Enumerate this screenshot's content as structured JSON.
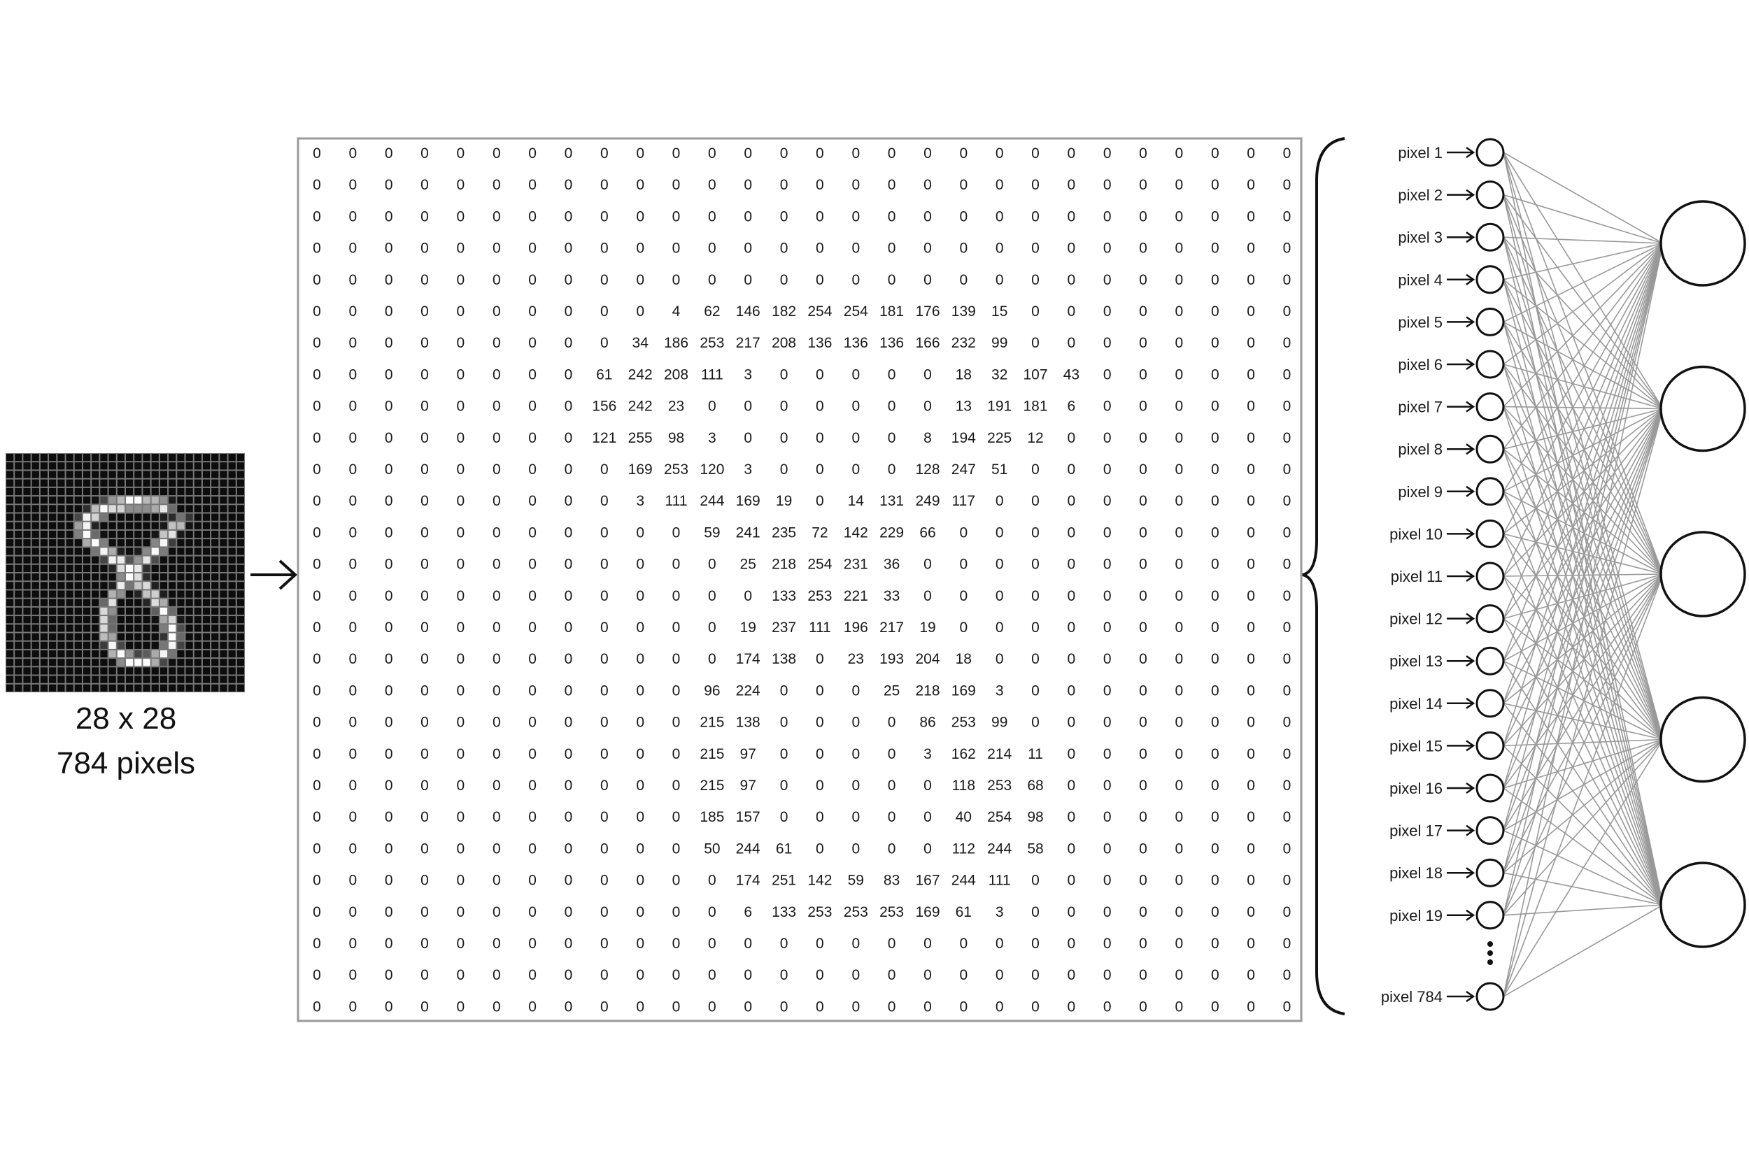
{
  "caption": {
    "size_label": "28 x 28",
    "count_label": "784 pixels"
  },
  "input_labels": [
    "pixel 1",
    "pixel 2",
    "pixel 3",
    "pixel 4",
    "pixel 5",
    "pixel 6",
    "pixel 7",
    "pixel 8",
    "pixel 9",
    "pixel 10",
    "pixel 11",
    "pixel 12",
    "pixel 13",
    "pixel 14",
    "pixel 15",
    "pixel 16",
    "pixel 17",
    "pixel 18",
    "pixel 19",
    "pixel 784"
  ],
  "output_neuron_count": 5,
  "colors": {
    "grid_line": "#777777",
    "cell_dark": "#0d0d0d",
    "cell_light": "#ffffff",
    "edge": "#999999"
  },
  "matrix": [
    [
      0,
      0,
      0,
      0,
      0,
      0,
      0,
      0,
      0,
      0,
      0,
      0,
      0,
      0,
      0,
      0,
      0,
      0,
      0,
      0,
      0,
      0,
      0,
      0,
      0,
      0,
      0,
      0
    ],
    [
      0,
      0,
      0,
      0,
      0,
      0,
      0,
      0,
      0,
      0,
      0,
      0,
      0,
      0,
      0,
      0,
      0,
      0,
      0,
      0,
      0,
      0,
      0,
      0,
      0,
      0,
      0,
      0
    ],
    [
      0,
      0,
      0,
      0,
      0,
      0,
      0,
      0,
      0,
      0,
      0,
      0,
      0,
      0,
      0,
      0,
      0,
      0,
      0,
      0,
      0,
      0,
      0,
      0,
      0,
      0,
      0,
      0
    ],
    [
      0,
      0,
      0,
      0,
      0,
      0,
      0,
      0,
      0,
      0,
      0,
      0,
      0,
      0,
      0,
      0,
      0,
      0,
      0,
      0,
      0,
      0,
      0,
      0,
      0,
      0,
      0,
      0
    ],
    [
      0,
      0,
      0,
      0,
      0,
      0,
      0,
      0,
      0,
      0,
      0,
      0,
      0,
      0,
      0,
      0,
      0,
      0,
      0,
      0,
      0,
      0,
      0,
      0,
      0,
      0,
      0,
      0
    ],
    [
      0,
      0,
      0,
      0,
      0,
      0,
      0,
      0,
      0,
      0,
      4,
      62,
      146,
      182,
      254,
      254,
      181,
      176,
      139,
      15,
      0,
      0,
      0,
      0,
      0,
      0,
      0,
      0
    ],
    [
      0,
      0,
      0,
      0,
      0,
      0,
      0,
      0,
      0,
      34,
      186,
      253,
      217,
      208,
      136,
      136,
      136,
      166,
      232,
      99,
      0,
      0,
      0,
      0,
      0,
      0,
      0,
      0
    ],
    [
      0,
      0,
      0,
      0,
      0,
      0,
      0,
      0,
      61,
      242,
      208,
      111,
      3,
      0,
      0,
      0,
      0,
      0,
      18,
      32,
      107,
      43,
      0,
      0,
      0,
      0,
      0,
      0
    ],
    [
      0,
      0,
      0,
      0,
      0,
      0,
      0,
      0,
      156,
      242,
      23,
      0,
      0,
      0,
      0,
      0,
      0,
      0,
      13,
      191,
      181,
      6,
      0,
      0,
      0,
      0,
      0,
      0
    ],
    [
      0,
      0,
      0,
      0,
      0,
      0,
      0,
      0,
      121,
      255,
      98,
      3,
      0,
      0,
      0,
      0,
      0,
      8,
      194,
      225,
      12,
      0,
      0,
      0,
      0,
      0,
      0,
      0
    ],
    [
      0,
      0,
      0,
      0,
      0,
      0,
      0,
      0,
      0,
      169,
      253,
      120,
      3,
      0,
      0,
      0,
      0,
      128,
      247,
      51,
      0,
      0,
      0,
      0,
      0,
      0,
      0,
      0
    ],
    [
      0,
      0,
      0,
      0,
      0,
      0,
      0,
      0,
      0,
      3,
      111,
      244,
      169,
      19,
      0,
      14,
      131,
      249,
      117,
      0,
      0,
      0,
      0,
      0,
      0,
      0,
      0,
      0
    ],
    [
      0,
      0,
      0,
      0,
      0,
      0,
      0,
      0,
      0,
      0,
      0,
      59,
      241,
      235,
      72,
      142,
      229,
      66,
      0,
      0,
      0,
      0,
      0,
      0,
      0,
      0,
      0,
      0
    ],
    [
      0,
      0,
      0,
      0,
      0,
      0,
      0,
      0,
      0,
      0,
      0,
      0,
      25,
      218,
      254,
      231,
      36,
      0,
      0,
      0,
      0,
      0,
      0,
      0,
      0,
      0,
      0,
      0
    ],
    [
      0,
      0,
      0,
      0,
      0,
      0,
      0,
      0,
      0,
      0,
      0,
      0,
      0,
      133,
      253,
      221,
      33,
      0,
      0,
      0,
      0,
      0,
      0,
      0,
      0,
      0,
      0,
      0
    ],
    [
      0,
      0,
      0,
      0,
      0,
      0,
      0,
      0,
      0,
      0,
      0,
      0,
      19,
      237,
      111,
      196,
      217,
      19,
      0,
      0,
      0,
      0,
      0,
      0,
      0,
      0,
      0,
      0
    ],
    [
      0,
      0,
      0,
      0,
      0,
      0,
      0,
      0,
      0,
      0,
      0,
      0,
      174,
      138,
      0,
      23,
      193,
      204,
      18,
      0,
      0,
      0,
      0,
      0,
      0,
      0,
      0,
      0
    ],
    [
      0,
      0,
      0,
      0,
      0,
      0,
      0,
      0,
      0,
      0,
      0,
      96,
      224,
      0,
      0,
      0,
      25,
      218,
      169,
      3,
      0,
      0,
      0,
      0,
      0,
      0,
      0,
      0
    ],
    [
      0,
      0,
      0,
      0,
      0,
      0,
      0,
      0,
      0,
      0,
      0,
      215,
      138,
      0,
      0,
      0,
      0,
      86,
      253,
      99,
      0,
      0,
      0,
      0,
      0,
      0,
      0,
      0
    ],
    [
      0,
      0,
      0,
      0,
      0,
      0,
      0,
      0,
      0,
      0,
      0,
      215,
      97,
      0,
      0,
      0,
      0,
      3,
      162,
      214,
      11,
      0,
      0,
      0,
      0,
      0,
      0,
      0
    ],
    [
      0,
      0,
      0,
      0,
      0,
      0,
      0,
      0,
      0,
      0,
      0,
      215,
      97,
      0,
      0,
      0,
      0,
      0,
      118,
      253,
      68,
      0,
      0,
      0,
      0,
      0,
      0,
      0
    ],
    [
      0,
      0,
      0,
      0,
      0,
      0,
      0,
      0,
      0,
      0,
      0,
      185,
      157,
      0,
      0,
      0,
      0,
      0,
      40,
      254,
      98,
      0,
      0,
      0,
      0,
      0,
      0,
      0
    ],
    [
      0,
      0,
      0,
      0,
      0,
      0,
      0,
      0,
      0,
      0,
      0,
      50,
      244,
      61,
      0,
      0,
      0,
      0,
      112,
      244,
      58,
      0,
      0,
      0,
      0,
      0,
      0,
      0
    ],
    [
      0,
      0,
      0,
      0,
      0,
      0,
      0,
      0,
      0,
      0,
      0,
      0,
      174,
      251,
      142,
      59,
      83,
      167,
      244,
      111,
      0,
      0,
      0,
      0,
      0,
      0,
      0,
      0
    ],
    [
      0,
      0,
      0,
      0,
      0,
      0,
      0,
      0,
      0,
      0,
      0,
      0,
      6,
      133,
      253,
      253,
      253,
      169,
      61,
      3,
      0,
      0,
      0,
      0,
      0,
      0,
      0,
      0
    ],
    [
      0,
      0,
      0,
      0,
      0,
      0,
      0,
      0,
      0,
      0,
      0,
      0,
      0,
      0,
      0,
      0,
      0,
      0,
      0,
      0,
      0,
      0,
      0,
      0,
      0,
      0,
      0,
      0
    ],
    [
      0,
      0,
      0,
      0,
      0,
      0,
      0,
      0,
      0,
      0,
      0,
      0,
      0,
      0,
      0,
      0,
      0,
      0,
      0,
      0,
      0,
      0,
      0,
      0,
      0,
      0,
      0,
      0
    ],
    [
      0,
      0,
      0,
      0,
      0,
      0,
      0,
      0,
      0,
      0,
      0,
      0,
      0,
      0,
      0,
      0,
      0,
      0,
      0,
      0,
      0,
      0,
      0,
      0,
      0,
      0,
      0,
      0
    ]
  ]
}
